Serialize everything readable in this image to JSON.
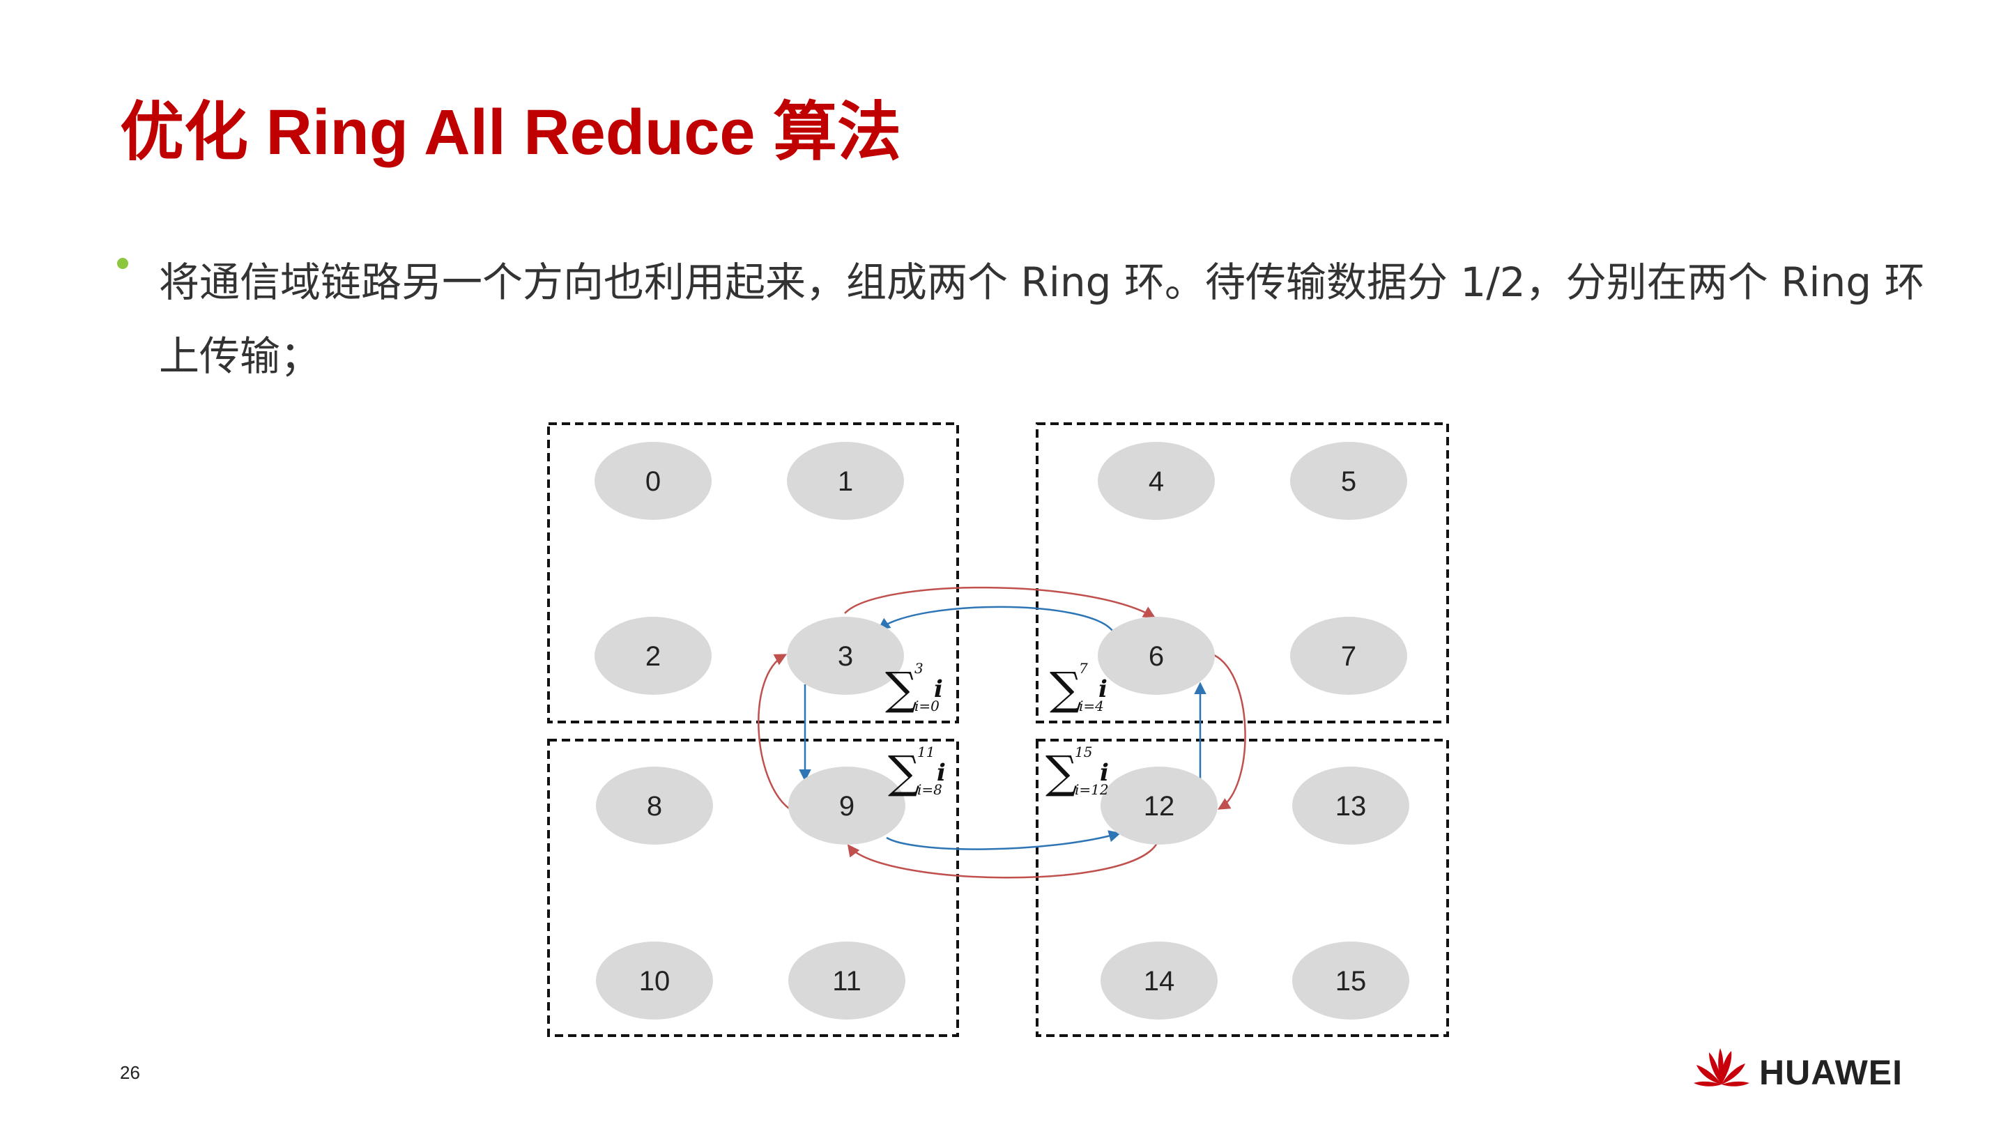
{
  "slide": {
    "title": "优化 Ring All Reduce 算法",
    "bullet": "将通信域链路另一个方向也利用起来，组成两个 Ring 环。待传输数据分 1/2，分别在两个 Ring 环上传输；",
    "page_number": "26"
  },
  "brand": {
    "name": "HUAWEI",
    "logo_icon": "huawei-petal-logo-icon"
  },
  "colors": {
    "title": "#c00000",
    "bullet": "#8cc63f",
    "node_fill": "#d9d9d9",
    "ring_red": "#c0504d",
    "ring_blue": "#2e75b6",
    "box_border": "#111111"
  },
  "diagram": {
    "nodes": [
      "0",
      "1",
      "2",
      "3",
      "4",
      "5",
      "6",
      "7",
      "8",
      "9",
      "10",
      "11",
      "12",
      "13",
      "14",
      "15"
    ],
    "sums": [
      {
        "upper": "3",
        "lower": "i=0",
        "term": "i"
      },
      {
        "upper": "7",
        "lower": "i=4",
        "term": "i"
      },
      {
        "upper": "11",
        "lower": "i=8",
        "term": "i"
      },
      {
        "upper": "15",
        "lower": "i=12",
        "term": "i"
      }
    ]
  }
}
